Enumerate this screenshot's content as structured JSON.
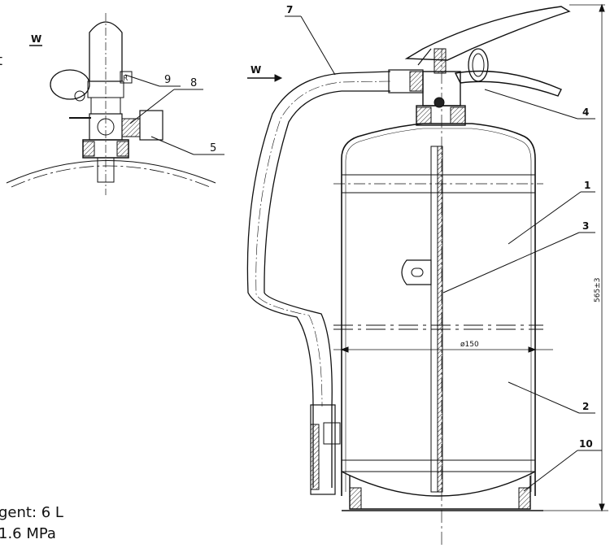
{
  "side_text": {
    "left_fragment_top": "t",
    "line1": "gent: 6 L",
    "line2": "1.6 MPa"
  },
  "detail_view": {
    "view_label": "W",
    "callouts": [
      "9",
      "8",
      "5"
    ],
    "mark": "R"
  },
  "main_view": {
    "view_arrow_label": "W",
    "callouts": [
      "7",
      "4",
      "1",
      "3",
      "2",
      "10"
    ],
    "diameter_label": "ø150",
    "height_label": "565±3"
  }
}
